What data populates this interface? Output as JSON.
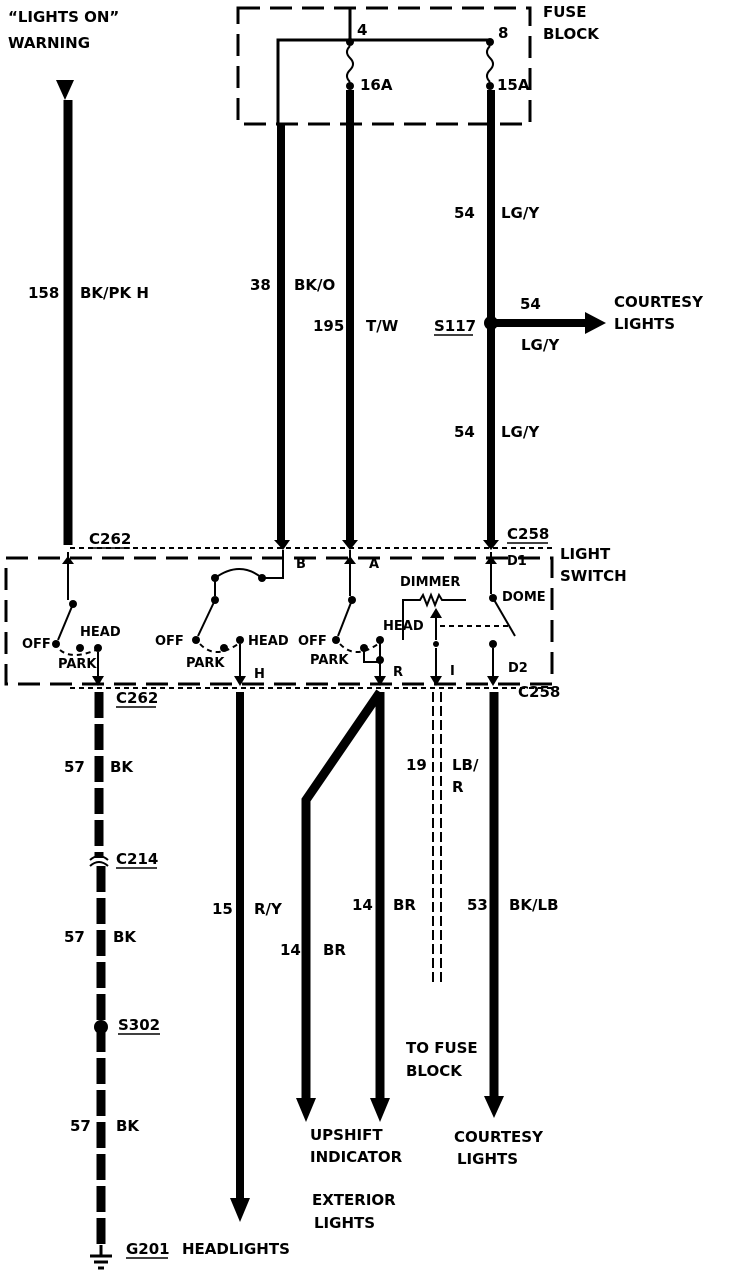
{
  "warning": {
    "line1": "“LIGHTS ON”",
    "line2": "WARNING"
  },
  "fuse_block": {
    "label_line1": "FUSE",
    "label_line2": "BLOCK",
    "fuse4_num": "4",
    "fuse4_rating": "16A",
    "fuse8_num": "8",
    "fuse8_rating": "15A"
  },
  "wires": {
    "w158": {
      "num": "158",
      "color": "BK/PK H"
    },
    "w38": {
      "num": "38",
      "color": "BK/O"
    },
    "w195": {
      "num": "195",
      "color": "T/W"
    },
    "w54_top": {
      "num": "54",
      "color": "LG/Y"
    },
    "w54_mid": {
      "num": "54",
      "color": "LG/Y"
    },
    "w54_branch": {
      "num": "54",
      "color": "LG/Y"
    },
    "w57_a": {
      "num": "57",
      "color": "BK"
    },
    "w57_b": {
      "num": "57",
      "color": "BK"
    },
    "w57_c": {
      "num": "57",
      "color": "BK"
    },
    "w15": {
      "num": "15",
      "color": "R/Y"
    },
    "w14_left": {
      "num": "14",
      "color": "BR"
    },
    "w14_right": {
      "num": "14",
      "color": "BR"
    },
    "w19": {
      "num": "19",
      "color": "LB/",
      "color2": "R"
    },
    "w53": {
      "num": "53",
      "color": "BK/LB"
    }
  },
  "splice": {
    "s117": "S117",
    "s302": "S302"
  },
  "connectors": {
    "c262_top": "C262",
    "c258_top": "C258",
    "c262_bot": "C262",
    "c258_bot": "C258",
    "c214": "C214",
    "g201": "G201"
  },
  "light_switch": {
    "label_line1": "LIGHT",
    "label_line2": "SWITCH",
    "pin_b": "B",
    "pin_a": "A",
    "pin_d1": "D1",
    "pin_h": "H",
    "pin_r": "R",
    "pin_i": "I",
    "pin_d2": "D2",
    "dimmer": "DIMMER",
    "dome": "DOME",
    "sw1": {
      "off": "OFF",
      "head": "HEAD",
      "park": "PARK"
    },
    "sw2": {
      "off": "OFF",
      "head": "HEAD",
      "park": "PARK"
    },
    "sw3": {
      "off": "OFF",
      "head": "HEAD",
      "park": "PARK"
    }
  },
  "destinations": {
    "courtesy_top_1": "COURTESY",
    "courtesy_top_2": "LIGHTS",
    "upshift_1": "UPSHIFT",
    "upshift_2": "INDICATOR",
    "exterior_1": "EXTERIOR",
    "exterior_2": "LIGHTS",
    "to_fuse_1": "TO FUSE",
    "to_fuse_2": "BLOCK",
    "courtesy_bot_1": "COURTESY",
    "courtesy_bot_2": "LIGHTS",
    "headlights": "HEADLIGHTS"
  }
}
